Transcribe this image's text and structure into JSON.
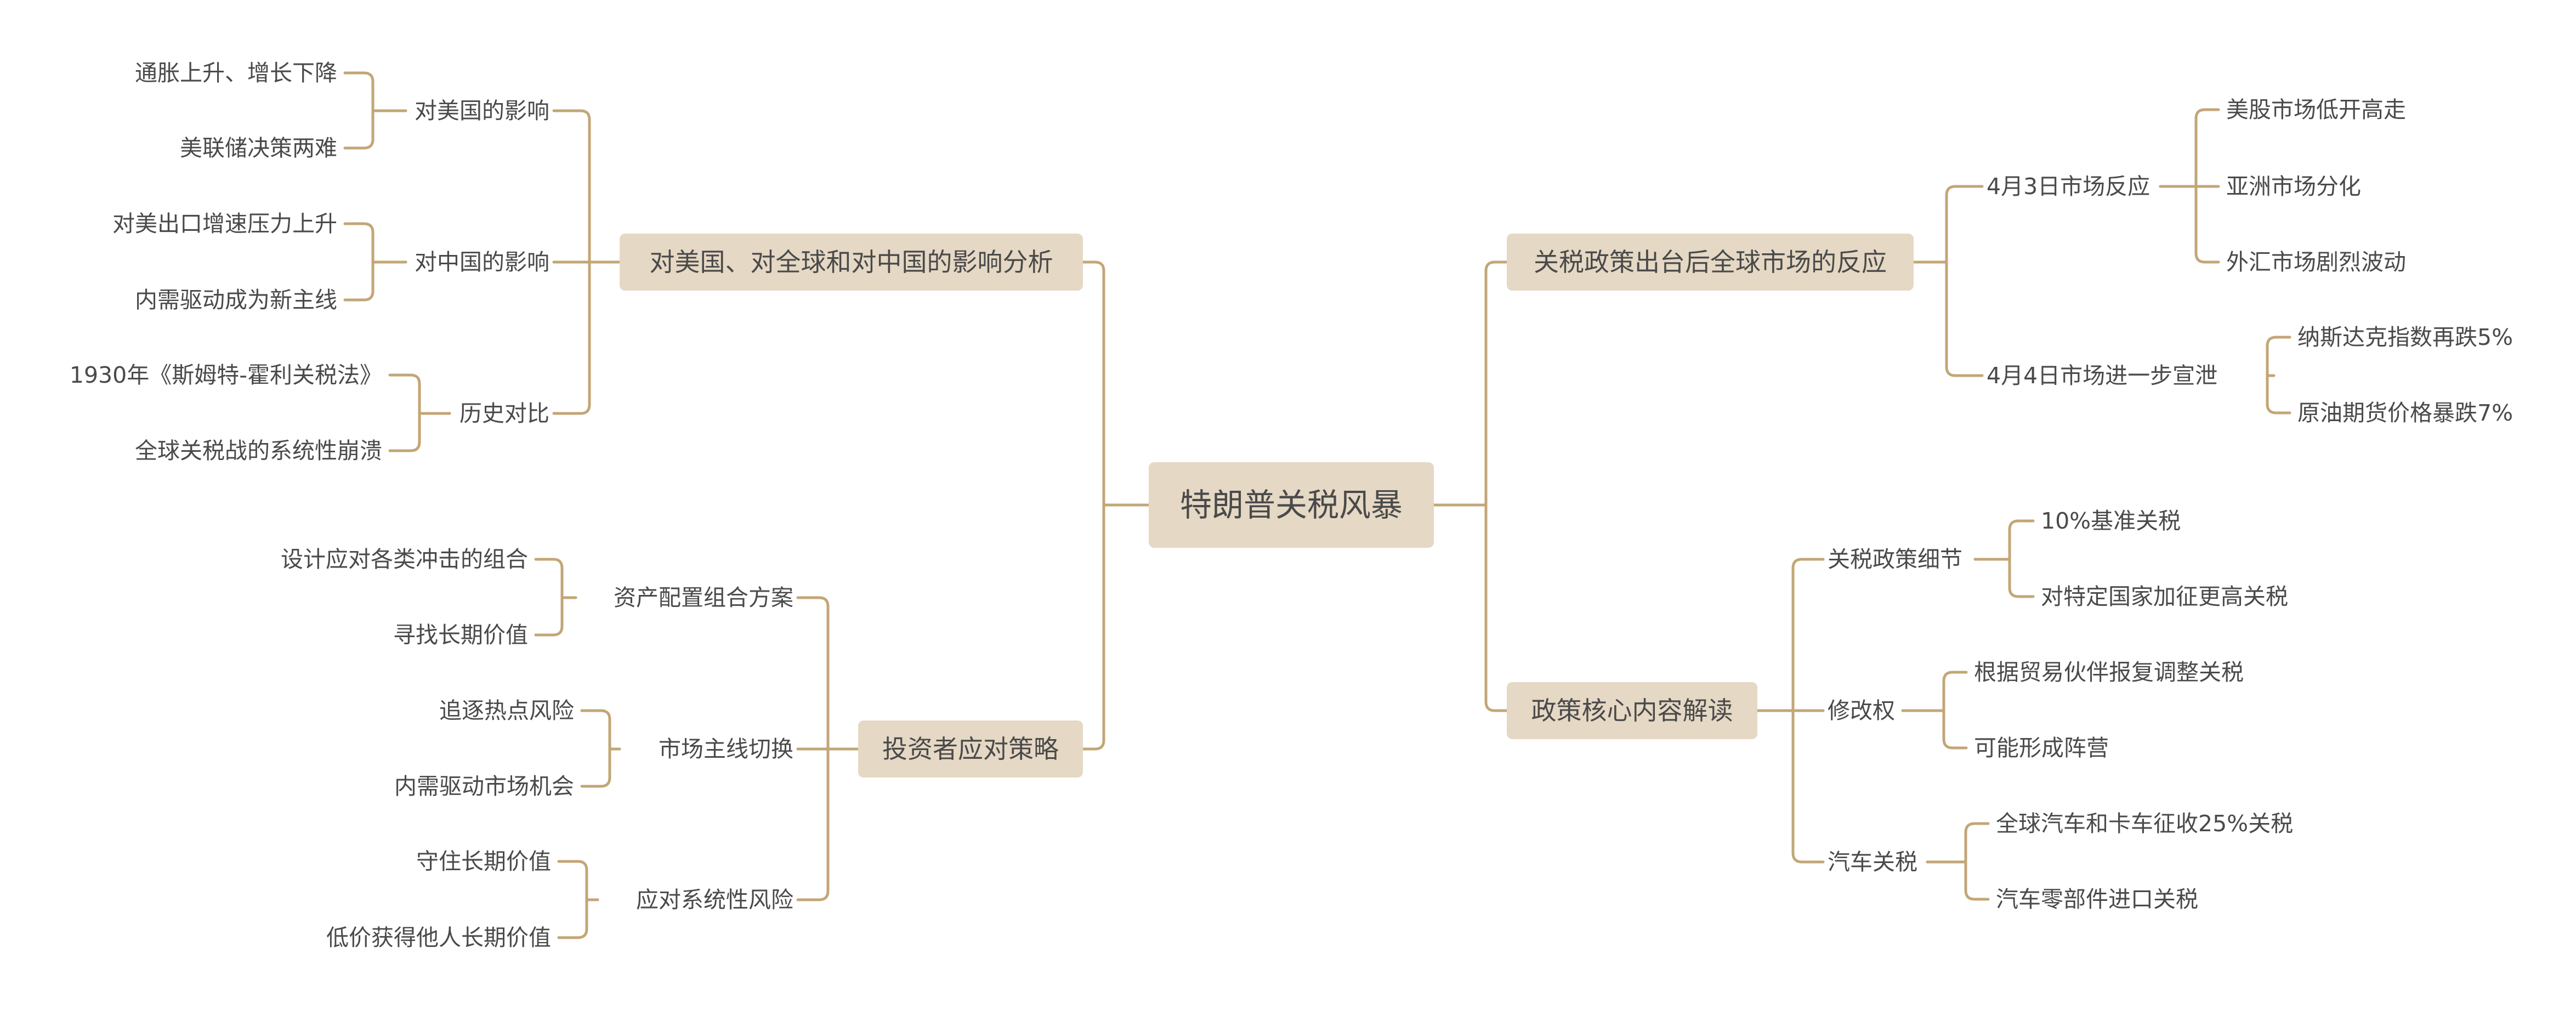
{
  "root": "特朗普关税风暴",
  "right": [
    {
      "label": "关税政策出台后全球市场的反应",
      "children": [
        {
          "label": "4月3日市场反应",
          "children": [
            "美股市场低开高走",
            "亚洲市场分化",
            "外汇市场剧烈波动"
          ]
        },
        {
          "label": "4月4日市场进一步宣泄",
          "children": [
            "纳斯达克指数再跌5%",
            "原油期货价格暴跌7%"
          ]
        }
      ]
    },
    {
      "label": "政策核心内容解读",
      "children": [
        {
          "label": "关税政策细节",
          "children": [
            "10%基准关税",
            "对特定国家加征更高关税"
          ]
        },
        {
          "label": "修改权",
          "children": [
            "根据贸易伙伴报复调整关税",
            "可能形成阵营"
          ]
        },
        {
          "label": "汽车关税",
          "children": [
            "全球汽车和卡车征收25%关税",
            "汽车零部件进口关税"
          ]
        }
      ]
    }
  ],
  "left": [
    {
      "label": "对美国、对全球和对中国的影响分析",
      "children": [
        {
          "label": "对美国的影响",
          "children": [
            "通胀上升、增长下降",
            "美联储决策两难"
          ]
        },
        {
          "label": "对中国的影响",
          "children": [
            "对美出口增速压力上升",
            "内需驱动成为新主线"
          ]
        },
        {
          "label": "历史对比",
          "children": [
            "1930年《斯姆特-霍利关税法》",
            "全球关税战的系统性崩溃"
          ]
        }
      ]
    },
    {
      "label": "投资者应对策略",
      "children": [
        {
          "label": "资产配置组合方案",
          "children": [
            "设计应对各类冲击的组合",
            "寻找长期价值"
          ]
        },
        {
          "label": "市场主线切换",
          "children": [
            "追逐热点风险",
            "内需驱动市场机会"
          ]
        },
        {
          "label": "应对系统性风险",
          "children": [
            "守住长期价值",
            "低价获得他人长期价值"
          ]
        }
      ]
    }
  ]
}
